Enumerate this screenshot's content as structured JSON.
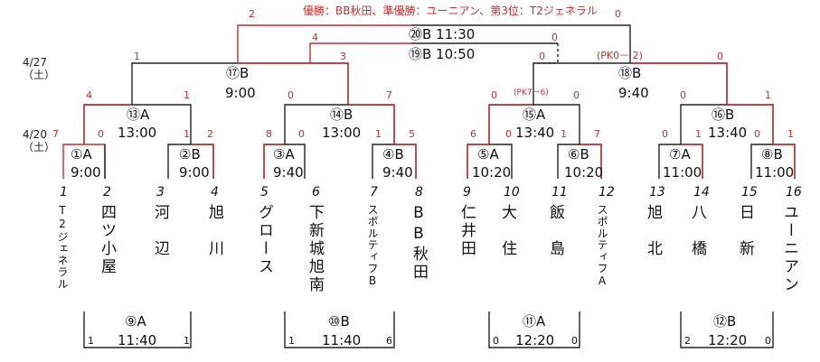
{
  "headline": "優勝：BB秋田、準優勝：ユーニアン、第3位：T2ジェネラル",
  "dates": [
    {
      "date": "4/27",
      "day": "（土）"
    },
    {
      "date": "4/20",
      "day": "（土）"
    }
  ],
  "matches": {
    "m1": {
      "label": "①A",
      "time": "9:00"
    },
    "m2": {
      "label": "②B",
      "time": "9:00"
    },
    "m3": {
      "label": "③A",
      "time": "9:40"
    },
    "m4": {
      "label": "④B",
      "time": "9:40"
    },
    "m5": {
      "label": "⑤A",
      "time": "10:20"
    },
    "m6": {
      "label": "⑥B",
      "time": "10:20"
    },
    "m7": {
      "label": "⑦A",
      "time": "11:00"
    },
    "m8": {
      "label": "⑧B",
      "time": "11:00"
    },
    "m9": {
      "label": "⑨A",
      "time": "11:40",
      "left": "1",
      "right": "1"
    },
    "m10": {
      "label": "⑩B",
      "time": "11:40",
      "left": "1",
      "right": "6"
    },
    "m11": {
      "label": "⑪A",
      "time": "12:20",
      "left": "0",
      "right": "0"
    },
    "m12": {
      "label": "⑫B",
      "time": "12:20",
      "left": "2",
      "right": "0"
    },
    "m13": {
      "label": "⑬A",
      "time": "13:00"
    },
    "m14": {
      "label": "⑭B",
      "time": "13:00"
    },
    "m15": {
      "label": "⑮A",
      "time": "13:40",
      "pk": "(PK7－6)"
    },
    "m16": {
      "label": "⑯B",
      "time": "13:40"
    },
    "m17": {
      "label": "⑰B",
      "time": "9:00"
    },
    "m18": {
      "label": "⑱B",
      "time": "9:40",
      "pk": "(PK0－",
      "pk_close": "2)"
    },
    "m19": {
      "label": "⑲B 10:50"
    },
    "m20": {
      "label": "⑳B 11:30"
    }
  },
  "scores": {
    "r1": [
      "7",
      "0",
      "1",
      "2",
      "8",
      "0",
      "1",
      "5",
      "6",
      "0",
      "1",
      "7",
      "0",
      "1",
      "0",
      "1"
    ],
    "r2": [
      "4",
      "1",
      "0",
      "7",
      "0",
      "0",
      "0",
      "1"
    ],
    "r3": [
      "1",
      "3",
      "0",
      "0"
    ],
    "third": [
      "4",
      "0"
    ],
    "final": [
      "2",
      "0"
    ]
  },
  "teams": [
    {
      "num": "1",
      "name": "T2ジェネラル"
    },
    {
      "num": "2",
      "name": "四ツ小屋"
    },
    {
      "num": "3",
      "name": "河　辺"
    },
    {
      "num": "4",
      "name": "旭　川"
    },
    {
      "num": "5",
      "name": "グロース"
    },
    {
      "num": "6",
      "name": "下新城旭南"
    },
    {
      "num": "7",
      "name": "スポルティフB"
    },
    {
      "num": "8",
      "name": "BB秋田"
    },
    {
      "num": "9",
      "name": "仁井田"
    },
    {
      "num": "10",
      "name": "大　住"
    },
    {
      "num": "11",
      "name": "飯　島"
    },
    {
      "num": "12",
      "name": "スポルティフA"
    },
    {
      "num": "13",
      "name": "旭　北"
    },
    {
      "num": "14",
      "name": "八　橋"
    },
    {
      "num": "15",
      "name": "日　新"
    },
    {
      "num": "16",
      "name": "ユーニアン"
    }
  ],
  "colors": {
    "win": "#cc2b2b",
    "line": "#222222"
  }
}
